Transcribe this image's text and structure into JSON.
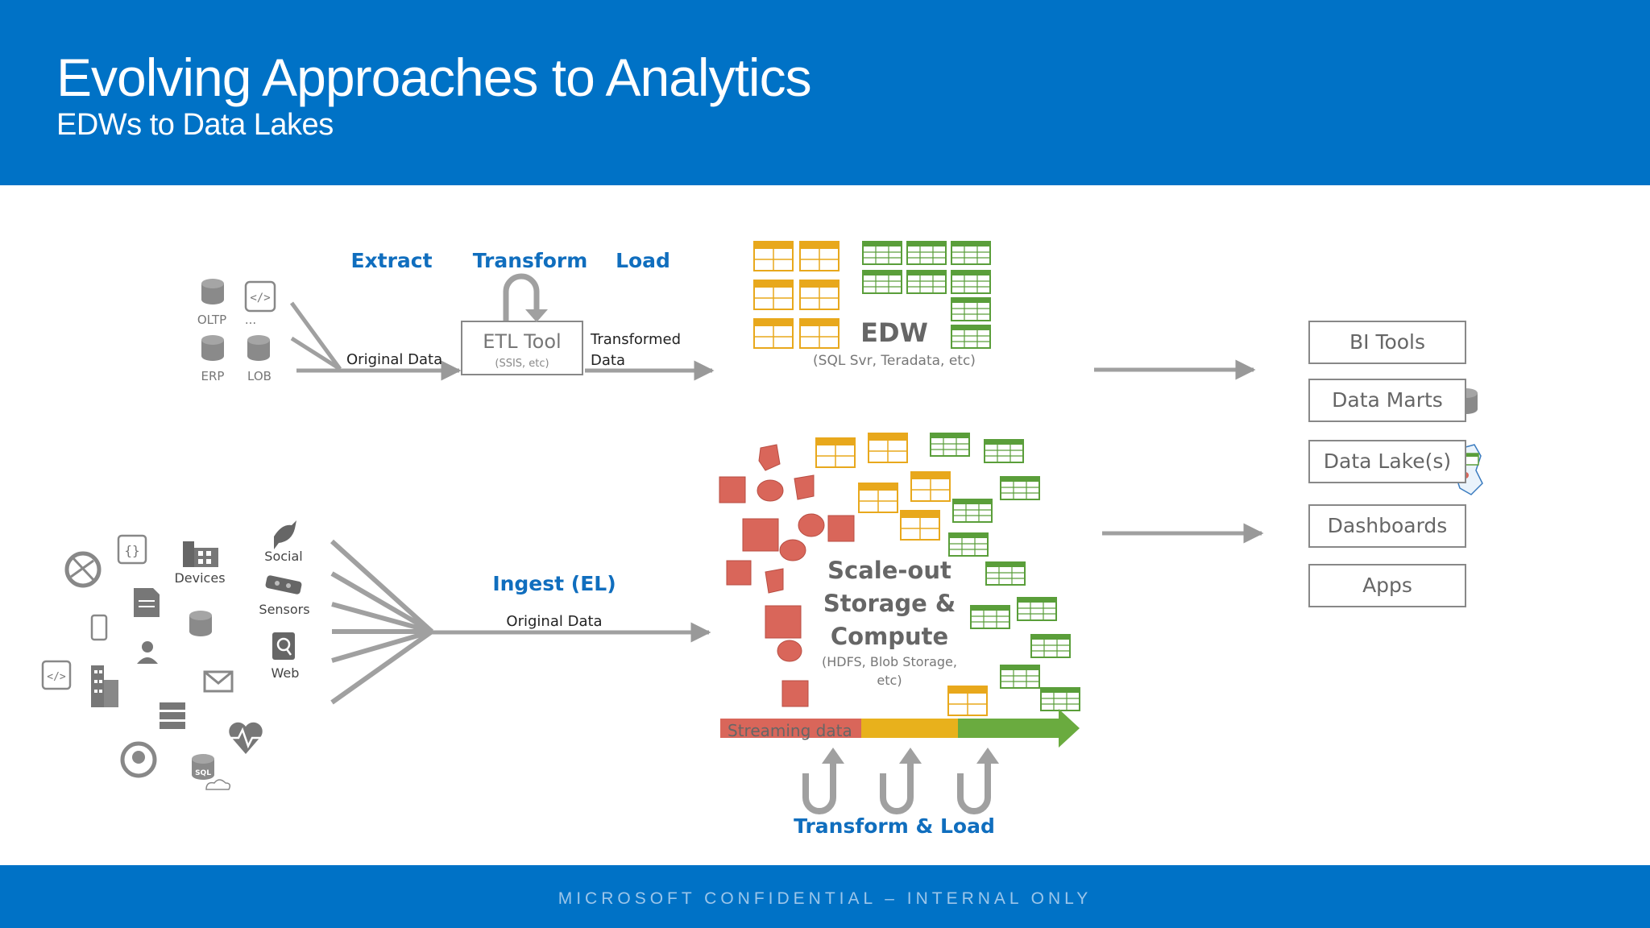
{
  "header": {
    "title": "Evolving Approaches to Analytics",
    "subtitle": "EDWs to Data Lakes"
  },
  "etl": {
    "extract": "Extract",
    "transform": "Transform",
    "load": "Load",
    "original_data": "Original Data",
    "tool_name": "ETL Tool",
    "tool_sub": "(SSIS, etc)",
    "transformed_1": "Transformed",
    "transformed_2": "Data"
  },
  "sources_top": {
    "oltp": "OLTP",
    "ellipsis": "...",
    "erp": "ERP",
    "lob": "LOB"
  },
  "edw": {
    "label": "EDW",
    "sub": "(SQL Svr, Teradata, etc)"
  },
  "sources_bottom": {
    "devices": "Devices",
    "social": "Social",
    "sensors": "Sensors",
    "web": "Web"
  },
  "ingest": {
    "label": "Ingest (EL)",
    "original_data": "Original Data"
  },
  "lake": {
    "line1": "Scale-out",
    "line2": "Storage &",
    "line3": "Compute",
    "sub1": "(HDFS, Blob Storage,",
    "sub2": "etc)",
    "streaming": "Streaming data",
    "transform_load": "Transform & Load"
  },
  "destinations": {
    "bi_tools": "BI Tools",
    "data_marts": "Data Marts",
    "data_lakes": "Data Lake(s)",
    "dashboards": "Dashboards",
    "apps": "Apps"
  },
  "footer": {
    "text": "MICROSOFT CONFIDENTIAL – INTERNAL ONLY"
  },
  "colors": {
    "brand": "#0072c6",
    "accent_text": "#106ebe",
    "orange": "#e8a81c",
    "green": "#6aab3f",
    "red": "#d9665a",
    "gray": "#999999"
  }
}
